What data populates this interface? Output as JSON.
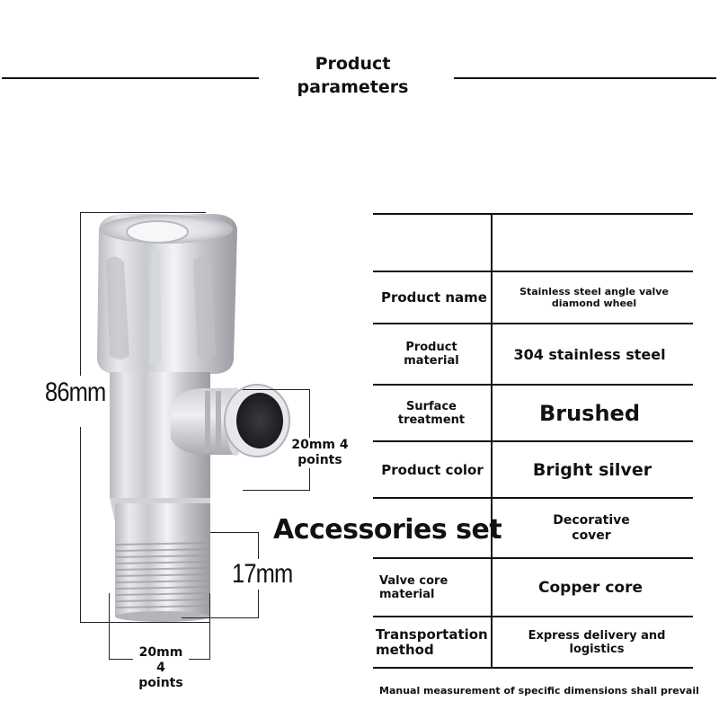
{
  "header": {
    "title": "Product parameters"
  },
  "dimensions": {
    "height": "86mm",
    "side_outlet": "20mm 4 points",
    "thread_length": "17mm",
    "bottom_outlet_line1": "20mm",
    "bottom_outlet_line2": "4",
    "bottom_outlet_line3": "points"
  },
  "accessories_label": "Accessories set",
  "table": {
    "rows": [
      {
        "label": "",
        "value": ""
      },
      {
        "label": "Product name",
        "value": "Stainless steel angle valve diamond wheel"
      },
      {
        "label": "Product material",
        "value": "304 stainless steel"
      },
      {
        "label": "Surface treatment",
        "value": "Brushed"
      },
      {
        "label": "Product color",
        "value": "Bright silver"
      },
      {
        "label": "",
        "value": "Decorative cover"
      },
      {
        "label": "Valve core material",
        "value": "Copper core"
      },
      {
        "label": "Transportation method",
        "value": "Express delivery and logistics"
      }
    ]
  },
  "footer_note": "Manual measurement of specific dimensions shall prevail",
  "colors": {
    "background": "#ffffff",
    "text": "#111111",
    "steel_light": "#e8e9ec",
    "steel_mid": "#c4c6cb",
    "steel_dark": "#8e9096",
    "outlet_hole": "#2a2b2e"
  }
}
